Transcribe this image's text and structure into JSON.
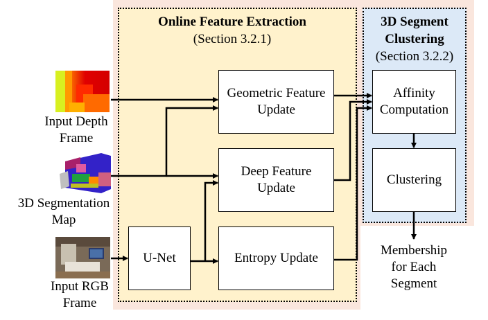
{
  "panels": {
    "online": {
      "title": "Online Feature Extraction",
      "subtitle": "(Section 3.2.1)"
    },
    "clustering": {
      "title_line1": "3D Segment",
      "title_line2": "Clustering",
      "subtitle": "(Section 3.2.2)"
    }
  },
  "inputs": {
    "depth": {
      "line1": "Input Depth",
      "line2": "Frame"
    },
    "segmap": {
      "line1": "3D Segmentation",
      "line2": "Map"
    },
    "rgb": {
      "line1": "Input RGB",
      "line2": "Frame"
    }
  },
  "boxes": {
    "unet": "U-Net",
    "geometric_line1": "Geometric Feature",
    "geometric_line2": "Update",
    "deep_line1": "Deep Feature",
    "deep_line2": "Update",
    "entropy": "Entropy Update",
    "affinity_line1": "Affinity",
    "affinity_line2": "Computation",
    "clustering": "Clustering"
  },
  "output": {
    "line1": "Membership",
    "line2": "for Each",
    "line3": "Segment"
  }
}
